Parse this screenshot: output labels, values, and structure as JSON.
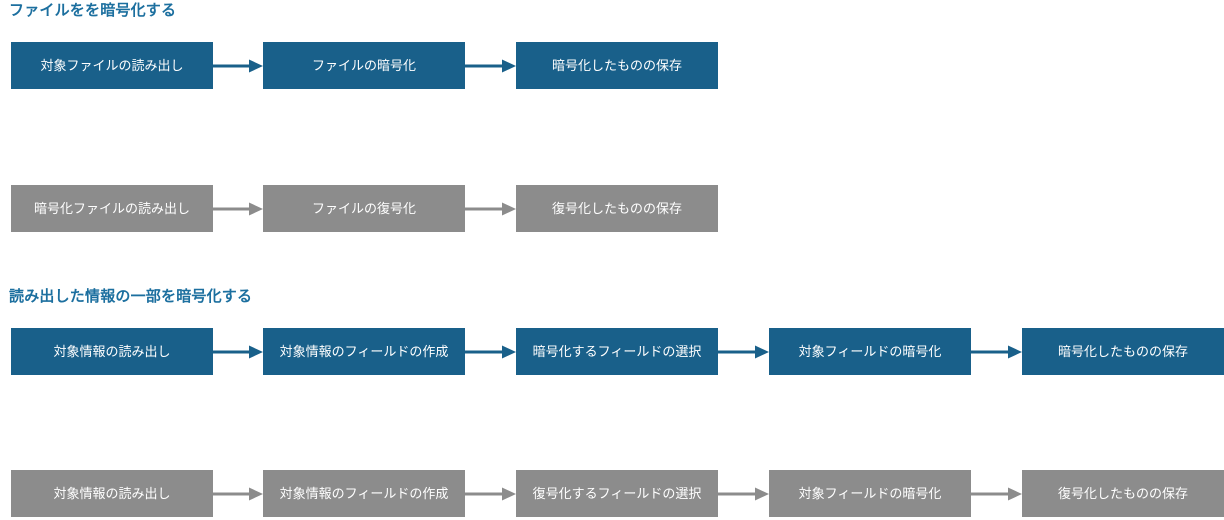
{
  "sections": [
    {
      "title": "ファイルをを暗号化する",
      "title_color": "#1c6f9f",
      "rows": [
        {
          "style": "blue",
          "accent": "#19608a",
          "boxes": [
            {
              "label": "対象ファイルの読み出し"
            },
            {
              "label": "ファイルの暗号化"
            },
            {
              "label": "暗号化したものの保存"
            }
          ],
          "arrows": [
            {
              "name": "arrow-right-icon"
            },
            {
              "name": "arrow-right-icon"
            }
          ]
        },
        {
          "style": "gray",
          "accent": "#8c8c8c",
          "boxes": [
            {
              "label": "暗号化ファイルの読み出し"
            },
            {
              "label": "ファイルの復号化"
            },
            {
              "label": "復号化したものの保存"
            }
          ],
          "arrows": [
            {
              "name": "arrow-right-icon"
            },
            {
              "name": "arrow-right-icon"
            }
          ]
        }
      ]
    },
    {
      "title": "読み出した情報の一部を暗号化する",
      "title_color": "#1c6f9f",
      "rows": [
        {
          "style": "blue",
          "accent": "#19608a",
          "boxes": [
            {
              "label": "対象情報の読み出し"
            },
            {
              "label": "対象情報のフィールドの作成"
            },
            {
              "label": "暗号化するフィールドの選択"
            },
            {
              "label": "対象フィールドの暗号化"
            },
            {
              "label": "暗号化したものの保存"
            }
          ],
          "arrows": [
            {
              "name": "arrow-right-icon"
            },
            {
              "name": "arrow-right-icon"
            },
            {
              "name": "arrow-right-icon"
            },
            {
              "name": "arrow-right-icon"
            }
          ]
        },
        {
          "style": "gray",
          "accent": "#8c8c8c",
          "boxes": [
            {
              "label": "対象情報の読み出し"
            },
            {
              "label": "対象情報のフィールドの作成"
            },
            {
              "label": "復号化するフィールドの選択"
            },
            {
              "label": "対象フィールドの暗号化"
            },
            {
              "label": "復号化したものの保存"
            }
          ],
          "arrows": [
            {
              "name": "arrow-right-icon"
            },
            {
              "name": "arrow-right-icon"
            },
            {
              "name": "arrow-right-icon"
            },
            {
              "name": "arrow-right-icon"
            }
          ]
        }
      ]
    }
  ],
  "colors": {
    "background": "#ffffff",
    "blue_box": "#19608a",
    "gray_box": "#8c8c8c",
    "blue_arrow": "#19608a",
    "gray_arrow": "#8c8c8c",
    "heading": "#1c6f9f",
    "box_text": "#ffffff"
  }
}
